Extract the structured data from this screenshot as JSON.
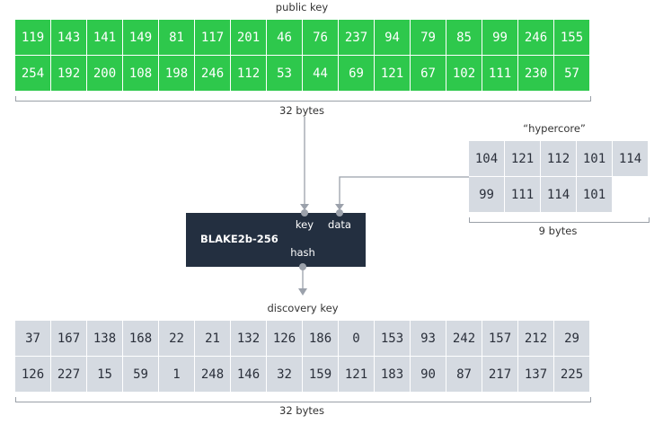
{
  "public_key": {
    "label": "public key",
    "bytes_label": "32 bytes",
    "color": "#2ec84c",
    "values": [
      119,
      143,
      141,
      149,
      81,
      117,
      201,
      46,
      76,
      237,
      94,
      79,
      85,
      99,
      246,
      155,
      254,
      192,
      200,
      108,
      198,
      246,
      112,
      53,
      44,
      69,
      121,
      67,
      102,
      111,
      230,
      57
    ]
  },
  "hypercore": {
    "label": "“hypercore”",
    "bytes_label": "9 bytes",
    "values": [
      104,
      121,
      112,
      101,
      114,
      99,
      111,
      114,
      101
    ]
  },
  "hash_box": {
    "title": "BLAKE2b-256",
    "key_port": "key",
    "data_port": "data",
    "hash_port": "hash",
    "color": "#232f40"
  },
  "discovery_key": {
    "label": "discovery key",
    "bytes_label": "32 bytes",
    "values": [
      37,
      167,
      138,
      168,
      22,
      21,
      132,
      126,
      186,
      0,
      153,
      93,
      242,
      157,
      212,
      29,
      126,
      227,
      15,
      59,
      1,
      248,
      146,
      32,
      159,
      121,
      183,
      90,
      87,
      217,
      137,
      225
    ]
  }
}
